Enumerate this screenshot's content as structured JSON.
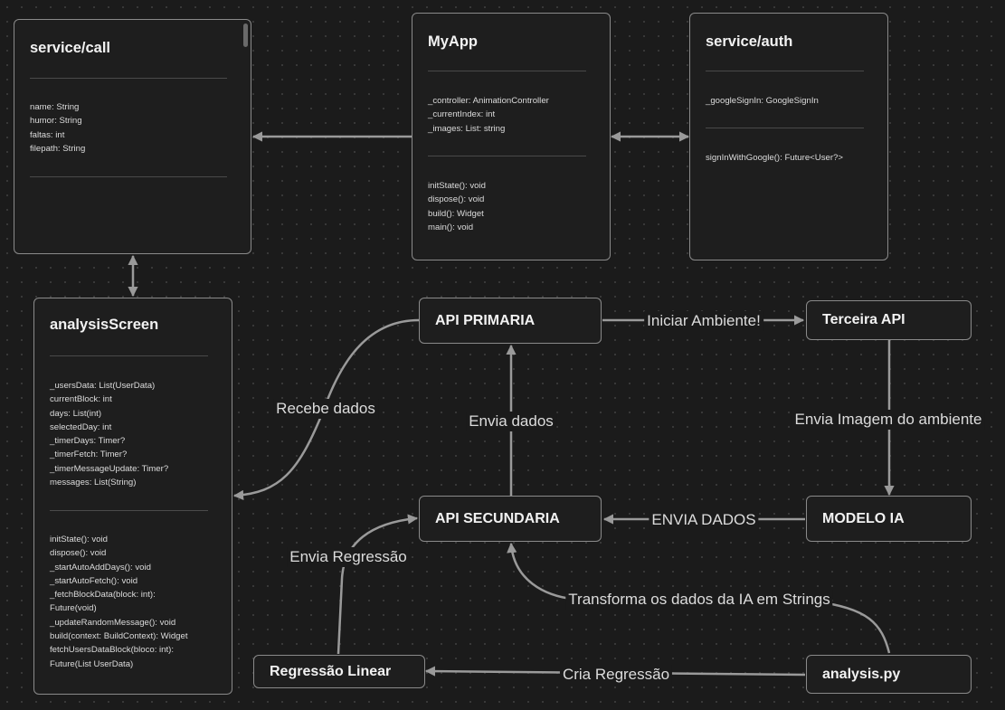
{
  "classes": {
    "service_call": {
      "title": "service/call",
      "fields": [
        "name: String",
        "humor: String",
        "faltas: int",
        "filepath: String"
      ],
      "methods": []
    },
    "myapp": {
      "title": "MyApp",
      "fields": [
        "_controller: AnimationController",
        "_currentIndex: int",
        "_images: List: string"
      ],
      "methods": [
        "initState(): void",
        "dispose(): void",
        "build(): Widget",
        "main(): void"
      ]
    },
    "service_auth": {
      "title": "service/auth",
      "fields": [
        "_googleSignIn: GoogleSignIn"
      ],
      "methods": [
        "signInWithGoogle(): Future<User?>"
      ]
    },
    "analysis_screen": {
      "title": "analysisScreen",
      "fields": [
        "_usersData: List(UserData)",
        "currentBlock: int",
        "days: List(int)",
        "selectedDay: int",
        "_timerDays: Timer?",
        "_timerFetch: Timer?",
        "_timerMessageUpdate: Timer?",
        "messages: List(String)"
      ],
      "methods": [
        "initState(): void",
        "dispose(): void",
        "_startAutoAddDays(): void",
        "_startAutoFetch(): void",
        "_fetchBlockData(block: int):",
        "Future(void)",
        "_updateRandomMessage(): void",
        "build(context: BuildContext): Widget",
        "fetchUsersDataBlock(bloco: int):",
        "Future(List UserData)"
      ]
    }
  },
  "nodes": {
    "api_primaria": "API PRIMARIA",
    "terceira_api": "Terceira API",
    "api_secundaria": "API SECUNDARIA",
    "modelo_ia": "MODELO IA",
    "regressao_linear": "Regressão Linear",
    "analysis_py": "analysis.py"
  },
  "edge_labels": {
    "iniciar_ambiente": "Iniciar Ambiente!",
    "recebe_dados": "Recebe dados",
    "envia_dados": "Envia dados",
    "envia_imagem": "Envia Imagem do ambiente",
    "envia_dados_caps": "ENVIA DADOS",
    "envia_regressao": "Envia Regressão",
    "transforma": "Transforma os dados da IA em Strings",
    "cria_regressao": "Cria Regressão"
  },
  "colors": {
    "background": "#1b1b1b",
    "node_fill": "#1e1e1e",
    "node_border": "#8a8a8a",
    "edge": "#9a9a9a",
    "text": "#e6e6e6"
  }
}
